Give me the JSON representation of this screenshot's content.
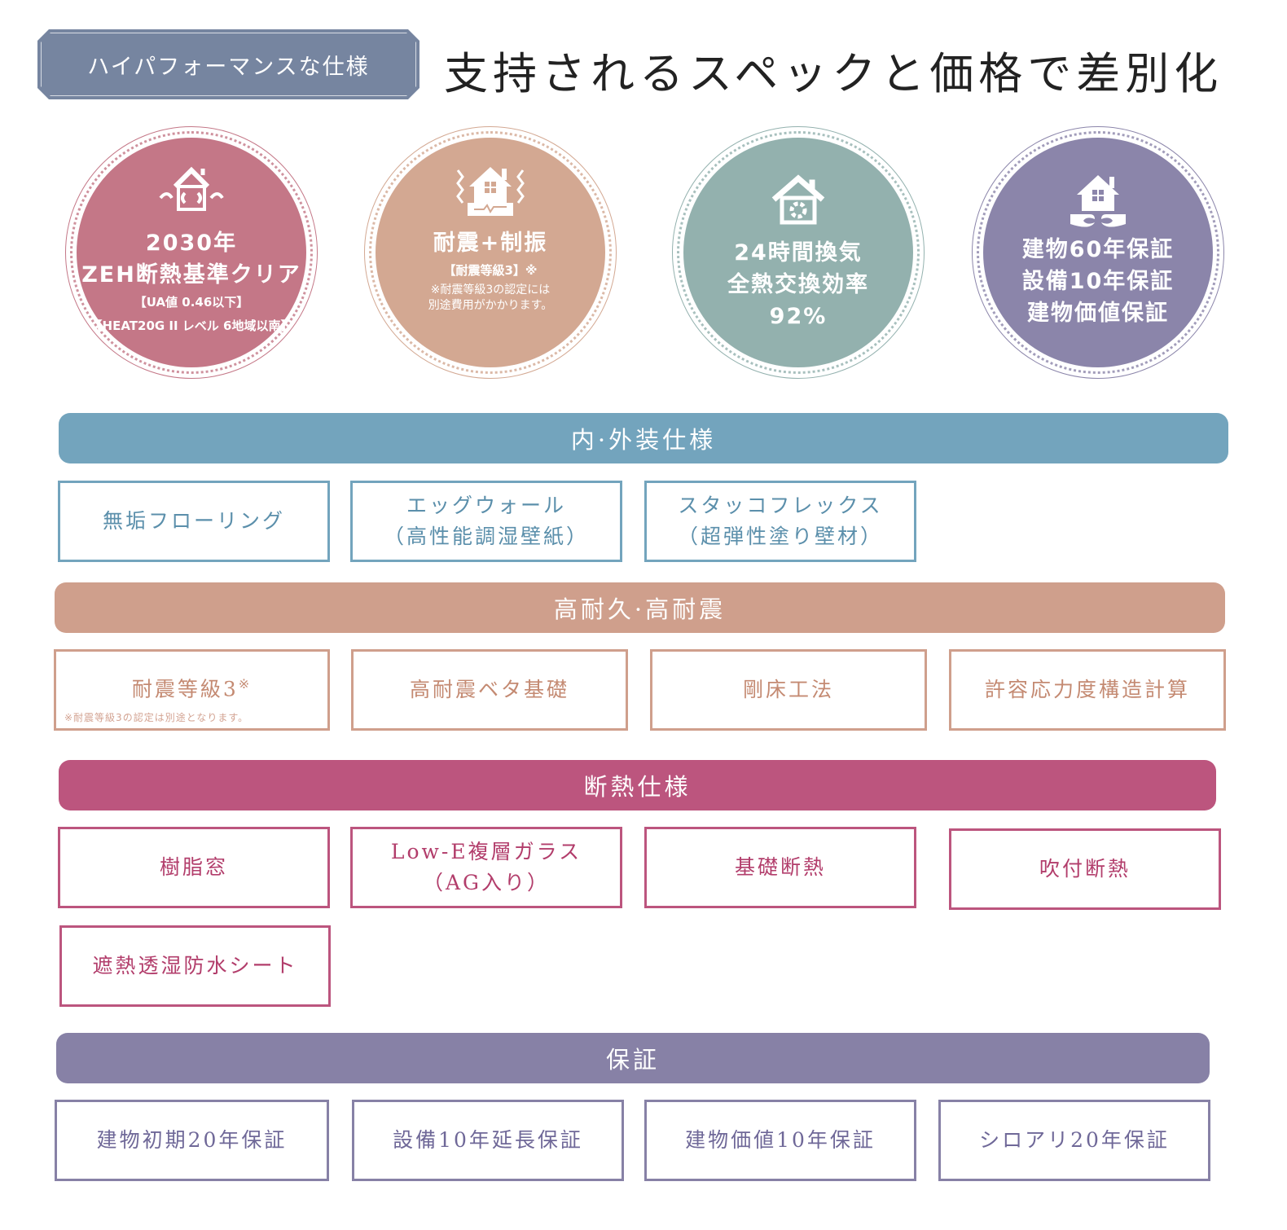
{
  "header": {
    "badge": "ハイパフォーマンスな仕様",
    "title": "支持されるスペックと価格で差別化"
  },
  "circles": [
    {
      "icon": "house-airflow-icon",
      "color": "#c47787",
      "lines": [
        "2030年",
        "ZEH断熱基準クリア"
      ],
      "small": [
        "【UA値 0.46以下】",
        "【HEAT20G II レベル 6地域以南】"
      ]
    },
    {
      "icon": "house-earthquake-icon",
      "color": "#d3a892",
      "lines": [
        "耐震+制振"
      ],
      "small": [
        "【耐震等級3】※"
      ],
      "notes": [
        "※耐震等級3の認定には",
        "別途費用がかかります。"
      ]
    },
    {
      "icon": "house-ventilation-icon",
      "color": "#93b1ae",
      "lines": [
        "24時間換気",
        "全熱交換効率",
        "92%"
      ]
    },
    {
      "icon": "house-hands-icon",
      "color": "#8b85aa",
      "lines": [
        "建物60年保証",
        "設備10年保証",
        "建物価値保証"
      ]
    }
  ],
  "sections": [
    {
      "title": "内·外装仕様",
      "color": "#73a4bd",
      "text_color": "#5b8fab",
      "items": [
        [
          "無垢フローリング"
        ],
        [
          "エッグウォール",
          "（高性能調湿壁紙）"
        ],
        [
          "スタッコフレックス",
          "（超弾性塗り壁材）"
        ]
      ]
    },
    {
      "title": "高耐久·高耐震",
      "color": "#cf9f8c",
      "text_color": "#c48a72",
      "items": [
        [
          "耐震等級3"
        ],
        [
          "高耐震ベタ基礎"
        ],
        [
          "剛床工法"
        ],
        [
          "許容応力度構造計算"
        ]
      ],
      "first_item_mark": "※",
      "first_item_note": "※耐震等級3の認定は別途となります。"
    },
    {
      "title": "断熱仕様",
      "color": "#bc557e",
      "text_color": "#b23d6b",
      "items": [
        [
          "樹脂窓"
        ],
        [
          "Low-E複層ガラス",
          "（AG入り）"
        ],
        [
          "基礎断熱"
        ],
        [
          "吹付断熱"
        ],
        [
          "遮熱透湿防水シート"
        ]
      ]
    },
    {
      "title": "保証",
      "color": "#8781a6",
      "text_color": "#6f6898",
      "items": [
        [
          "建物初期20年保証"
        ],
        [
          "設備10年延長保証"
        ],
        [
          "建物価値10年保証"
        ],
        [
          "シロアリ20年保証"
        ]
      ]
    }
  ]
}
